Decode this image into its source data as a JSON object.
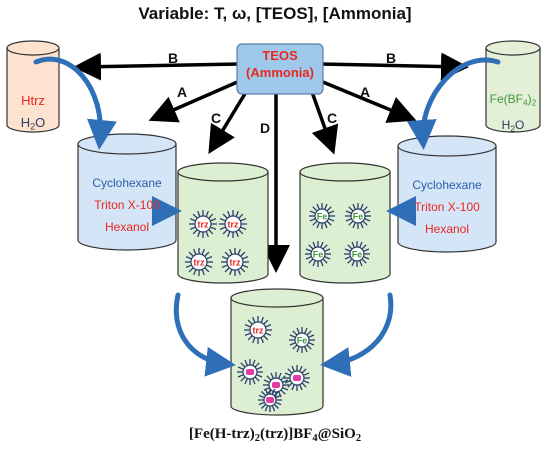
{
  "title": "Variable: T, ω, [TEOS], [Ammonia]",
  "center_box": {
    "line1": "TEOS",
    "line2": "(Ammonia)"
  },
  "arrow_labels": {
    "b_left": "B",
    "b_right": "B",
    "a_left": "A",
    "a_right": "A",
    "c_left": "C",
    "c_right": "C",
    "d": "D"
  },
  "left_reagent": {
    "line1": "Htrz",
    "line2": "H",
    "sub": "2",
    "line2_end": "O"
  },
  "right_reagent": {
    "line1a": "Fe(BF",
    "sub1": "4",
    "line1b": ")",
    "sub2": "2",
    "line2": "H",
    "sub3": "2",
    "line2_end": "O"
  },
  "emulsion_left": {
    "l1": "Cyclohexane",
    "l2": "Triton X-100",
    "l3": "Hexanol"
  },
  "emulsion_right": {
    "l1": "Cyclohexane",
    "l2": "Triton X-100",
    "l3": "Hexanol"
  },
  "micelle_labels": {
    "trz": "trz",
    "fe": "Fe"
  },
  "product": {
    "p1": "[Fe(H-trz)",
    "s1": "2",
    "p2": "(trz)]BF",
    "s2": "4",
    "p3": "@SiO",
    "s3": "2"
  },
  "colors": {
    "reagent_fill": "#fde3cf",
    "emulsion_fill": "#d4e5f7",
    "micro_fill": "#dcefd2",
    "center_fill": "#9ec9eb",
    "arrow_blue": "#2f6fb7",
    "red": "#e8281e"
  }
}
